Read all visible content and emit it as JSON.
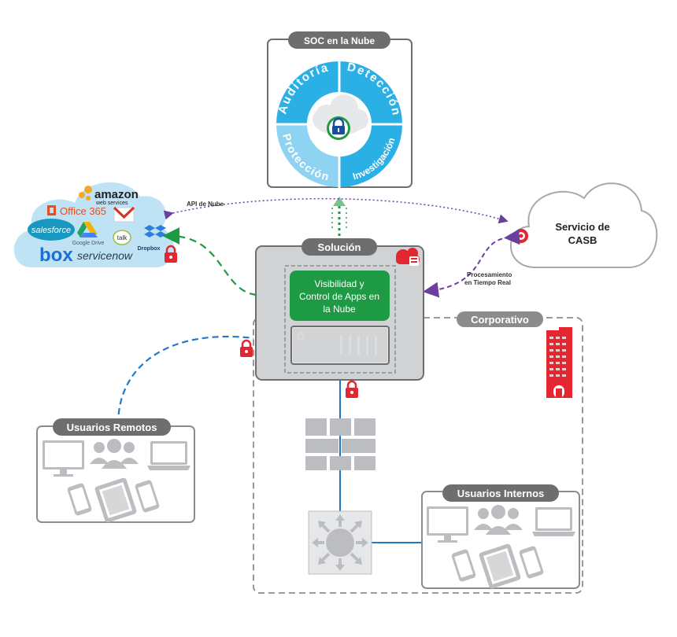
{
  "soc": {
    "title": "SOC en la Nube",
    "segments": [
      "Auditoría",
      "Detección",
      "Protección",
      "Investigación"
    ]
  },
  "cloud_apps": {
    "logos": [
      "amazon",
      "web services",
      "Office 365",
      "salesforce",
      "Google Drive",
      "talk",
      "Dropbox",
      "box",
      "servicenow"
    ]
  },
  "api_label": "API de Nube",
  "casb": {
    "line1": "Servicio de",
    "line2": "CASB"
  },
  "processing": {
    "line1": "Procesamiento",
    "line2": "en Tiempo Real"
  },
  "solution": {
    "title": "Solución",
    "app_control": [
      "Visibilidad y",
      "Control de Apps en",
      "la Nube"
    ]
  },
  "corporate": {
    "title": "Corporativo"
  },
  "remote_users": {
    "title": "Usuarios Remotos"
  },
  "internal_users": {
    "title": "Usuarios Internos"
  },
  "colors": {
    "gray_dark": "#6d6e70",
    "gray_mid": "#bcbdc0",
    "blue_line": "#1f78c8",
    "green": "#1e9a45",
    "red": "#e3262f",
    "purple": "#6a3fa0",
    "cyan": "#2bb0e6",
    "cyan_light": "#8fd3f2"
  }
}
